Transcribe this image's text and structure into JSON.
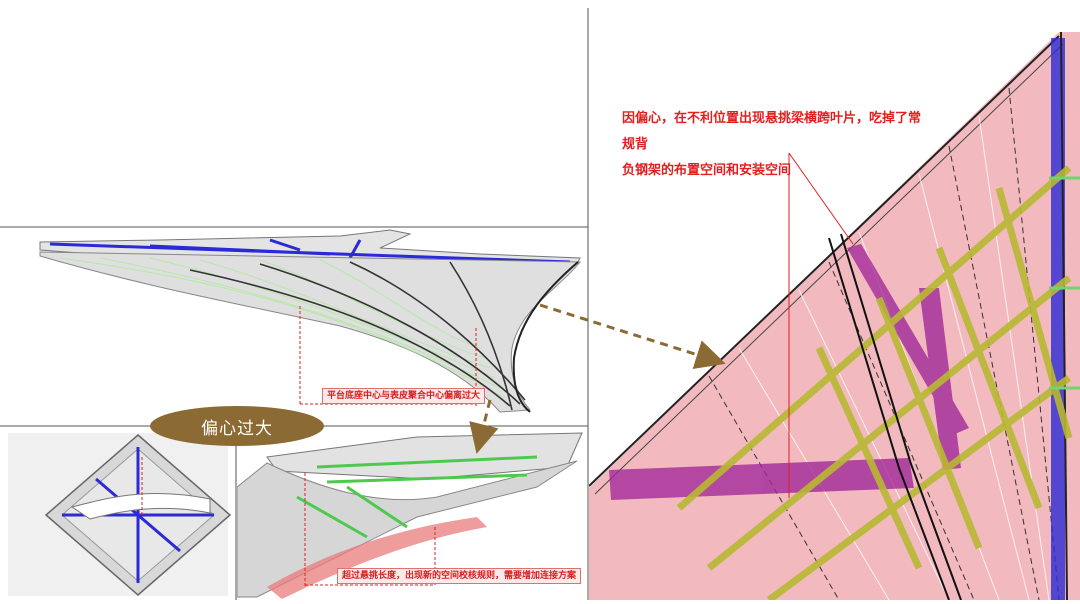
{
  "labels": {
    "eccentricity_note": "平台底座中心与表皮聚合中心偏离过大",
    "eccentricity_badge": "偏心过大",
    "cantilever_note": "超过悬挑长度，出现新的空间校核规则，需要增加连接方案",
    "right_note_line1": "因偏心，在不利位置出现悬挑梁横跨叶片，吃掉了常规背",
    "right_note_line2": "负钢架的布置空间和安装空间"
  },
  "colors": {
    "annotation_red": "#e21f1f",
    "badge_brown": "#8c6a33",
    "arrow_brown": "#8c6a33",
    "skin_pink": "#f2b9bf",
    "beam_blue": "#2a2ad6",
    "beam_purple": "#a22a9a",
    "beam_olive": "#b8b832",
    "mesh_green": "#6fd66f"
  }
}
